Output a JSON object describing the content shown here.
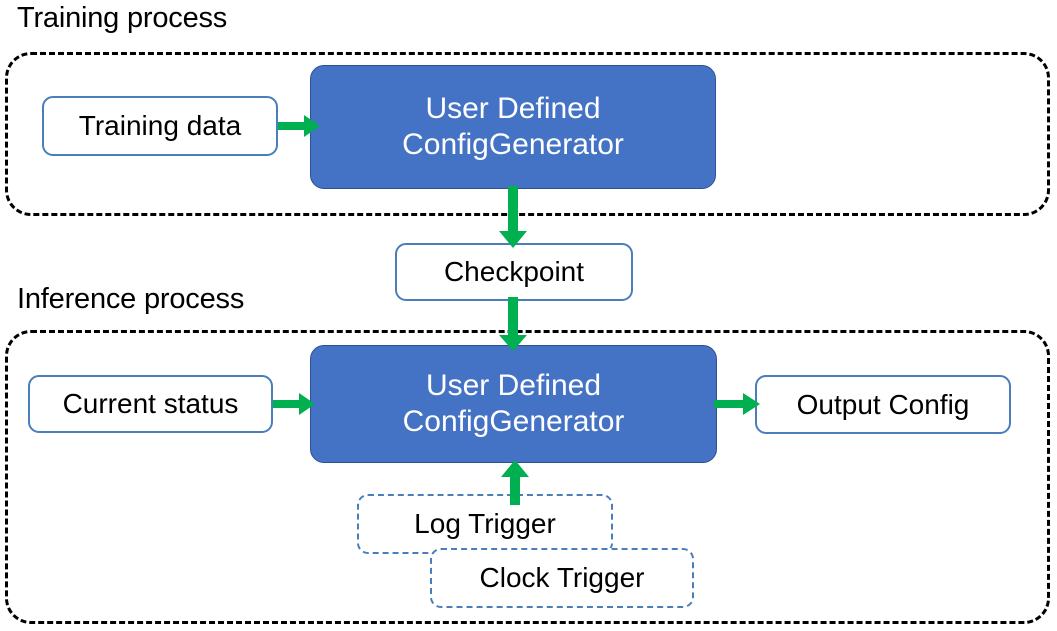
{
  "diagram": {
    "title_training": "Training process",
    "title_inference": "Inference process",
    "colors": {
      "process_fill": "#4472C4",
      "process_stroke": "#2F528F",
      "box_stroke": "#4A7EBB",
      "arrow": "#00B050",
      "container_stroke": "#000000",
      "text_dark": "#000000",
      "text_light": "#FFFFFF"
    }
  },
  "training": {
    "label": "Training process",
    "input_box": "Training data",
    "processor_line1": "User Defined",
    "processor_line2": "ConfigGenerator"
  },
  "checkpoint": {
    "label": "Checkpoint"
  },
  "inference": {
    "label": "Inference process",
    "input_box": "Current status",
    "processor_line1": "User Defined",
    "processor_line2": "ConfigGenerator",
    "output_box": "Output Config",
    "triggers": [
      {
        "label": "Log Trigger"
      },
      {
        "label": "Clock Trigger"
      }
    ]
  },
  "arrows": [
    {
      "name": "training-data-to-processor",
      "direction": "right"
    },
    {
      "name": "processor-to-checkpoint",
      "direction": "down"
    },
    {
      "name": "checkpoint-to-processor",
      "direction": "down"
    },
    {
      "name": "current-status-to-processor",
      "direction": "right"
    },
    {
      "name": "processor-to-output-config",
      "direction": "right"
    },
    {
      "name": "triggers-to-processor",
      "direction": "up"
    }
  ]
}
